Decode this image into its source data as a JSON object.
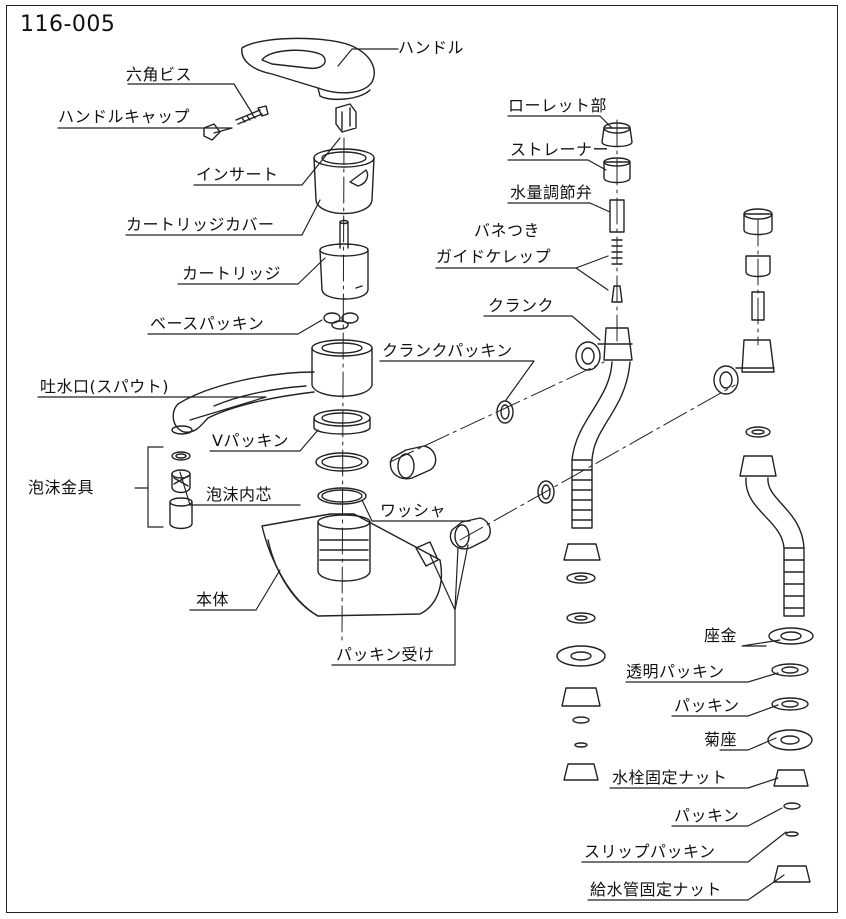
{
  "model_code": "116-005",
  "labels": {
    "handle": "ハンドル",
    "hex_screw": "六角ビス",
    "handle_cap": "ハンドルキャップ",
    "insert": "インサート",
    "cartridge_cover": "カートリッジカバー",
    "cartridge": "カートリッジ",
    "base_packing": "ベースパッキン",
    "spout": "吐水口(スパウト)",
    "v_packing": "Vパッキン",
    "aerator_set": "泡沫金具",
    "aerator_core": "泡沫内芯",
    "washer": "ワッシャ",
    "body": "本体",
    "packing_seat": "パッキン受け",
    "knurled_part": "ローレット部",
    "strainer": "ストレーナー",
    "flow_valve": "水量調節弁",
    "spring_guide_line1": "バネつき",
    "spring_guide_line2": "ガイドケレップ",
    "crank": "クランク",
    "crank_packing": "クランクパッキン",
    "washer_plate": "座金",
    "clear_packing": "透明パッキン",
    "packing_1": "パッキン",
    "chrysanthemum_seat": "菊座",
    "faucet_nut": "水栓固定ナット",
    "packing_2": "パッキン",
    "slip_packing": "スリップパッキン",
    "supply_pipe_nut": "給水管固定ナット"
  }
}
